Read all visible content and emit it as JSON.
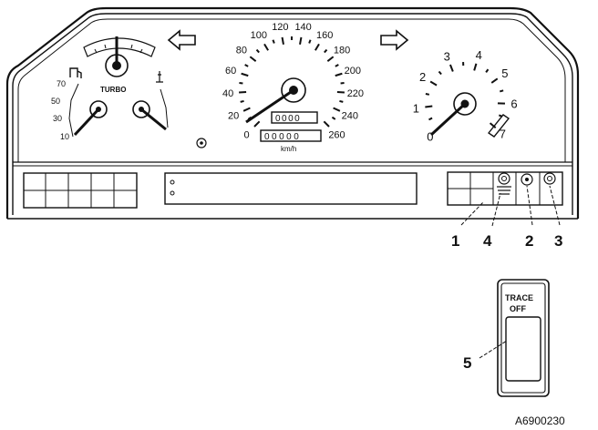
{
  "speedometer": {
    "scale": [
      "0",
      "20",
      "40",
      "60",
      "80",
      "100",
      "120",
      "140",
      "160",
      "180",
      "200",
      "220",
      "240",
      "260"
    ],
    "unit": "km/h",
    "odometer": "00000",
    "trip": "0000"
  },
  "tachometer": {
    "scale": [
      "0",
      "1",
      "2",
      "3",
      "4",
      "5",
      "6",
      "7"
    ]
  },
  "turbo_gauge": {
    "label": "TURBO"
  },
  "oil_gauge": {
    "scale": [
      "10",
      "30",
      "50",
      "70"
    ]
  },
  "trace_switch": {
    "line1": "TRACE",
    "line2": "OFF"
  },
  "callouts": [
    "1",
    "4",
    "2",
    "3",
    "5"
  ],
  "figure_code": "A6900230"
}
